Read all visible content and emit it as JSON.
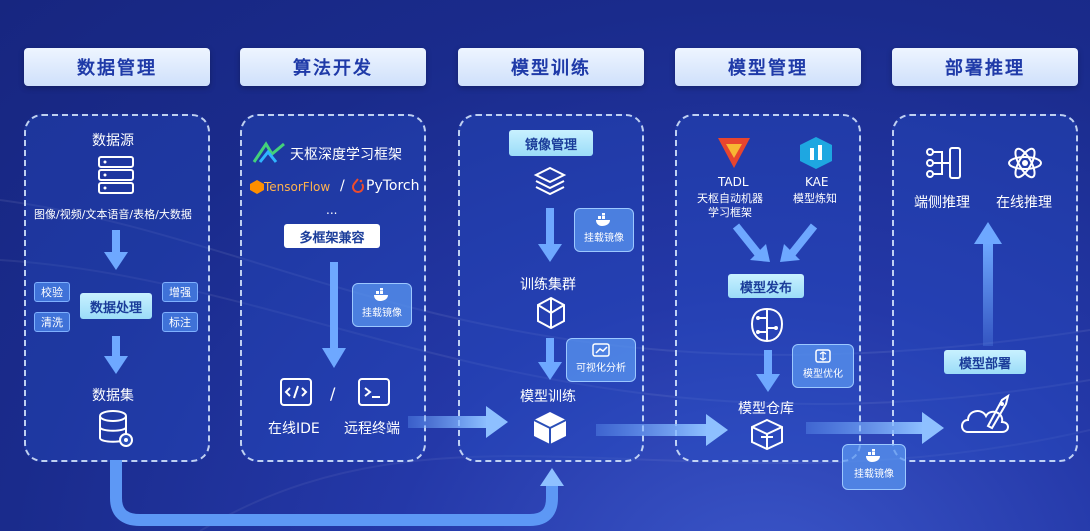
{
  "headers": [
    "数据管理",
    "算法开发",
    "模型训练",
    "模型管理",
    "部署推理"
  ],
  "data_mgmt": {
    "source_label": "数据源",
    "source_types": "图像/视频/文本语音/表格/大数据",
    "processing": "数据处理",
    "ops_left": [
      "校验",
      "清洗"
    ],
    "ops_right": [
      "增强",
      "标注"
    ],
    "dataset_label": "数据集"
  },
  "algo_dev": {
    "framework_title": "天枢深度学习框架",
    "tensorflow": "TensorFlow",
    "slash": "/",
    "pytorch": "PyTorch",
    "ellipsis": "...",
    "multi_framework": "多框架兼容",
    "mount_image": "挂载镜像",
    "ide_label": "在线IDE",
    "terminal_label": "远程终端"
  },
  "training": {
    "image_mgmt": "镜像管理",
    "mount_image": "挂载镜像",
    "cluster_label": "训练集群",
    "visual_analysis": "可视化分析",
    "model_training": "模型训练"
  },
  "model_mgmt": {
    "tadl_title": "TADL",
    "tadl_desc_1": "天枢自动机器",
    "tadl_desc_2": "学习框架",
    "kae_title": "KAE",
    "kae_desc": "模型炼知",
    "publish": "模型发布",
    "optimize": "模型优化",
    "repo_label": "模型仓库",
    "mount_image": "挂载镜像"
  },
  "deploy": {
    "edge_label": "端侧推理",
    "online_label": "在线推理",
    "deploy_badge": "模型部署"
  },
  "colors": {
    "accent": "#3f72d8",
    "header_text": "#1f3aa8",
    "arrow": "#6ea8ff"
  }
}
